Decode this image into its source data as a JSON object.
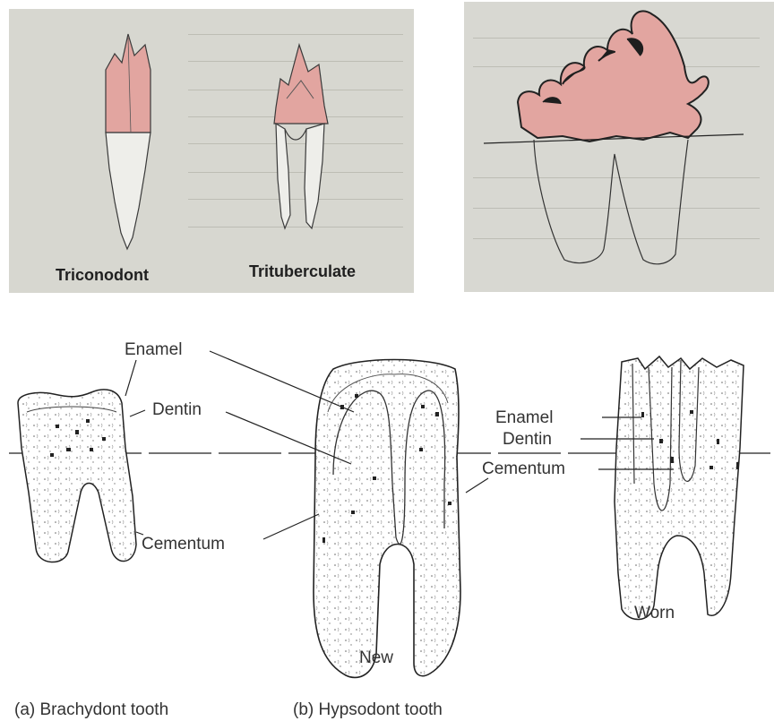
{
  "panel_a": {
    "tooth1_label": "Triconodont",
    "tooth2_label": "Trituberculate"
  },
  "panel_c": {
    "brachy_labels": {
      "enamel": "Enamel",
      "dentin": "Dentin",
      "cementum": "Cementum"
    },
    "worn_labels": {
      "enamel": "Enamel",
      "dentin": "Dentin",
      "cementum": "Cementum"
    },
    "new_label": "New",
    "worn_label": "Worn",
    "caption_a": "(a) Brachydont tooth",
    "caption_b": "(b) Hypsodont tooth"
  },
  "colors": {
    "enamel_pink": "#e2a5a0",
    "paper": "#d7d7d0",
    "ink": "#2a2a2a"
  }
}
